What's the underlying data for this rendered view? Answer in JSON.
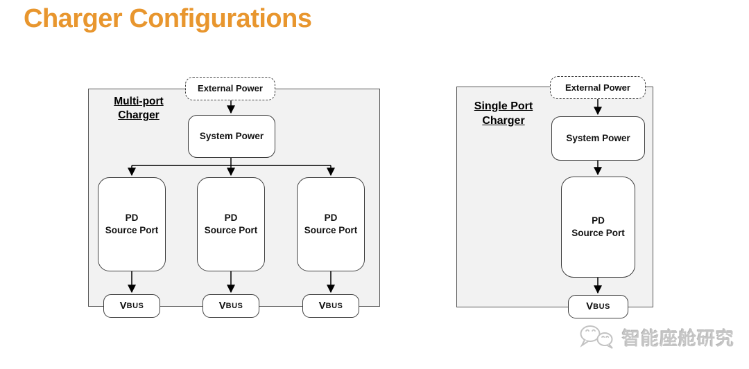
{
  "title": "Charger Configurations",
  "colors": {
    "title_accent": "#e8962e",
    "container_fill": "#f2f2f2",
    "box_border": "#3d3d3d",
    "arrow": "#000000",
    "watermark": "#c6c6c6"
  },
  "diagrams": {
    "multi_port": {
      "group_label": "Multi-port\nCharger",
      "external_power": "External Power",
      "system_power": "System Power",
      "ports": [
        {
          "label": "PD\nSource Port",
          "vbus": {
            "v": "V",
            "bus": "BUS"
          }
        },
        {
          "label": "PD\nSource Port",
          "vbus": {
            "v": "V",
            "bus": "BUS"
          }
        },
        {
          "label": "PD\nSource Port",
          "vbus": {
            "v": "V",
            "bus": "BUS"
          }
        }
      ]
    },
    "single_port": {
      "group_label": "Single Port\nCharger",
      "external_power": "External Power",
      "system_power": "System Power",
      "port": {
        "label": "PD\nSource Port",
        "vbus": {
          "v": "V",
          "bus": "BUS"
        }
      }
    }
  },
  "watermark": {
    "text": "智能座舱研究",
    "icon": "wechat-logo-icon"
  }
}
